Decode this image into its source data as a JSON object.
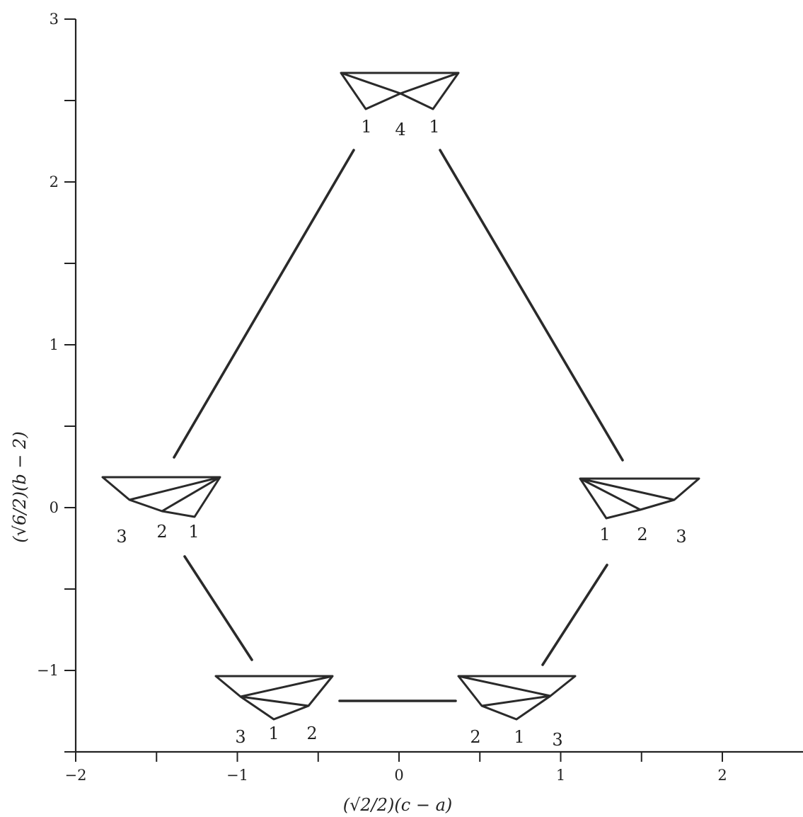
{
  "chart_data": {
    "type": "diagram",
    "xlabel": "(√2/2)(c − a)",
    "ylabel": "(√6/2)(b − 2)",
    "xlim": [
      -2,
      2.5
    ],
    "ylim": [
      -1.5,
      3
    ],
    "x_ticks": [
      -2,
      -1.5,
      -1,
      -0.5,
      0,
      0.5,
      1,
      1.5,
      2
    ],
    "x_tick_labels": [
      "−2",
      "",
      "−1",
      "",
      "0",
      "",
      "1",
      "",
      "2"
    ],
    "y_ticks": [
      -1.5,
      -1,
      -0.5,
      0,
      0.5,
      1,
      1.5,
      2,
      2.5,
      3
    ],
    "y_tick_labels": [
      "",
      "−1",
      "",
      "0",
      "",
      "1",
      "",
      "2",
      "",
      "3"
    ],
    "nodes": [
      {
        "name": "top",
        "labels": [
          "1",
          "4",
          "1"
        ]
      },
      {
        "name": "left",
        "labels": [
          "3",
          "2",
          "1"
        ]
      },
      {
        "name": "right",
        "labels": [
          "1",
          "2",
          "3"
        ]
      },
      {
        "name": "bottom-left",
        "labels": [
          "3",
          "1",
          "2"
        ]
      },
      {
        "name": "bottom-right",
        "labels": [
          "2",
          "1",
          "3"
        ]
      }
    ],
    "edges": [
      {
        "from": "top",
        "to": "left"
      },
      {
        "from": "top",
        "to": "right"
      },
      {
        "from": "left",
        "to": "bottom-left"
      },
      {
        "from": "right",
        "to": "bottom-right"
      },
      {
        "from": "bottom-left",
        "to": "bottom-right"
      }
    ]
  }
}
